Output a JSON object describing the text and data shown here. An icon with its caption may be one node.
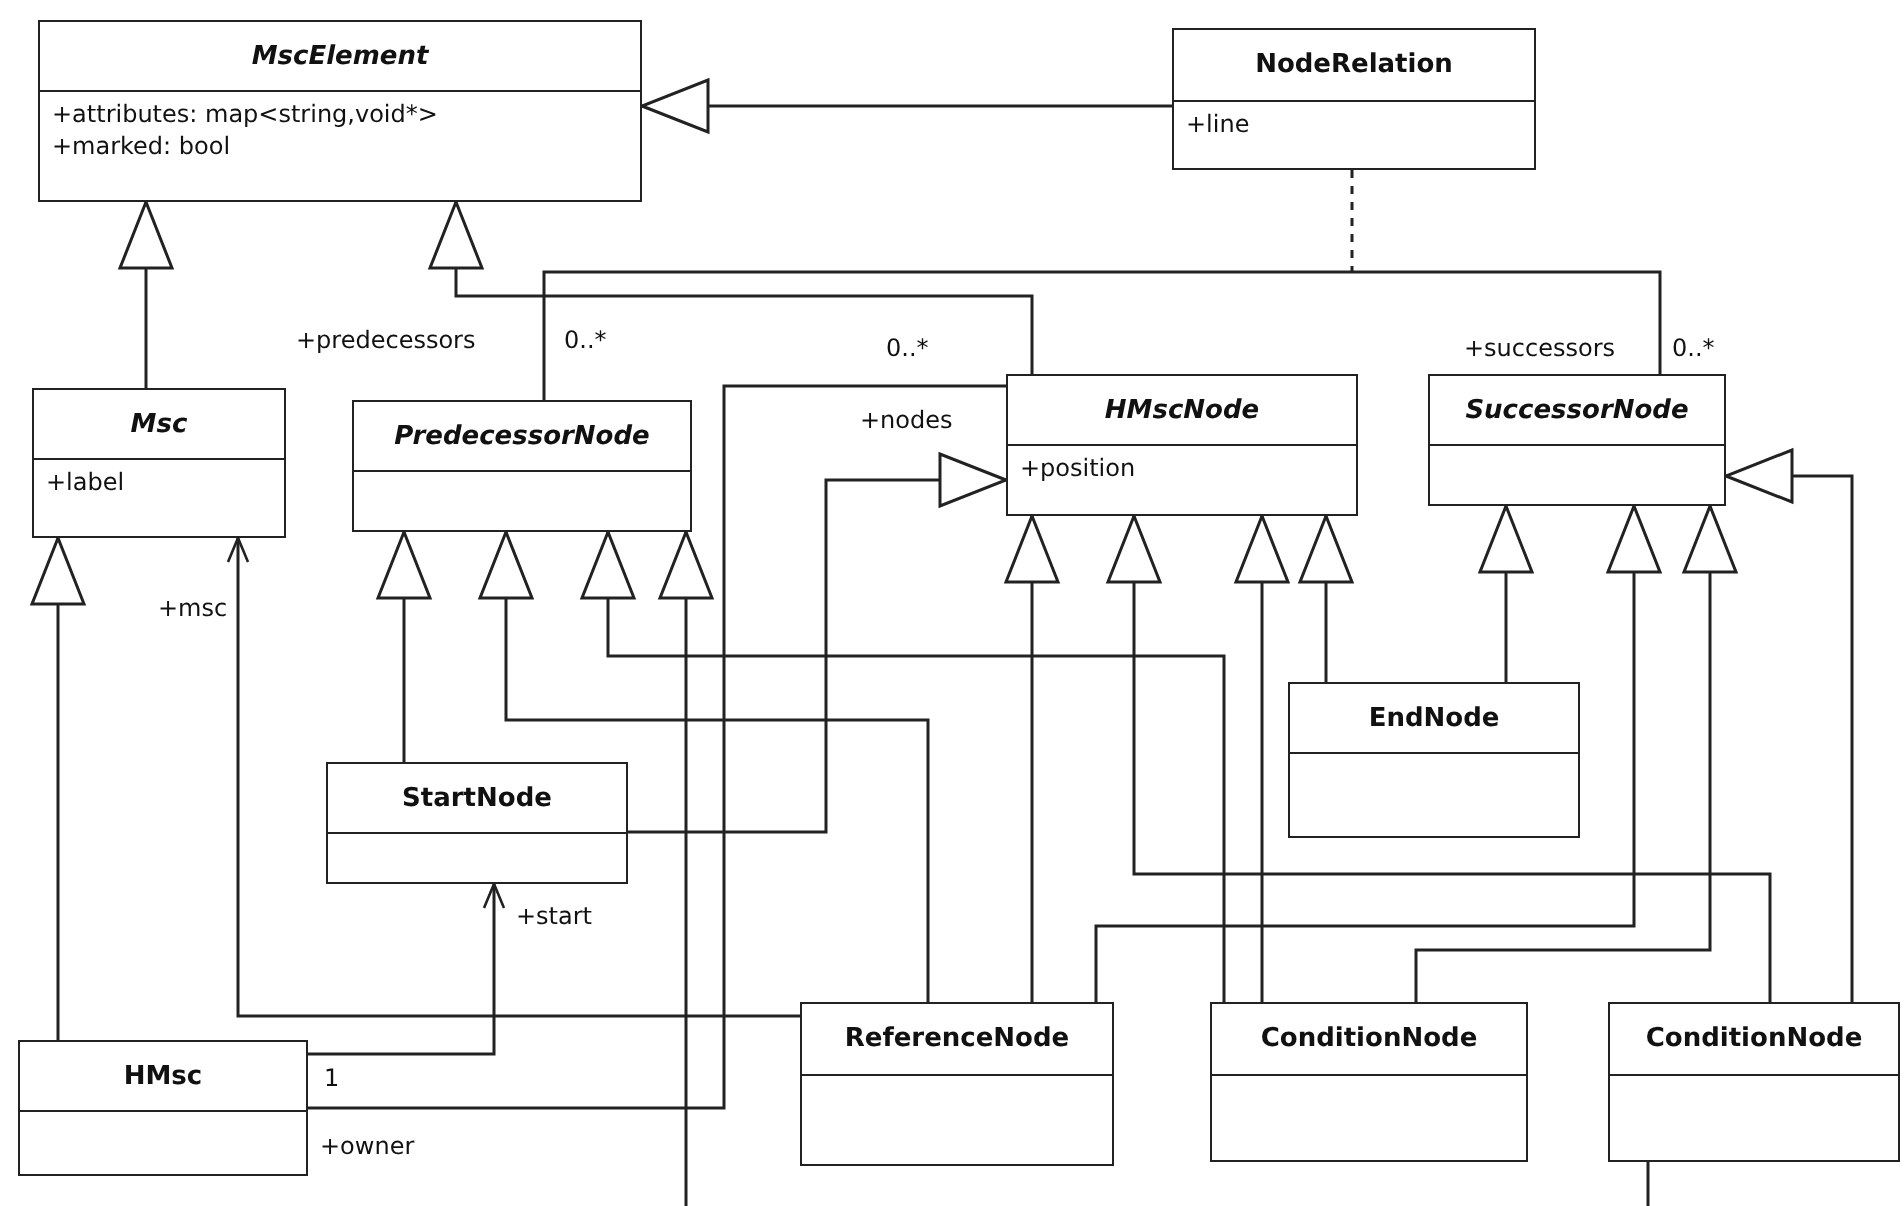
{
  "diagram": {
    "nodes": [
      {
        "text": [
          "MscElement",
          "+attributes: map<string,void*>",
          "+marked: bool"
        ]
      },
      {
        "text": [
          "NodeRelation",
          "+line"
        ]
      },
      {
        "text": [
          "Msc",
          "+label"
        ]
      },
      {
        "text": [
          "PredecessorNode"
        ]
      },
      {
        "text": [
          "HMscNode",
          "+position"
        ]
      },
      {
        "text": [
          "SuccessorNode"
        ]
      },
      {
        "text": [
          "StartNode"
        ]
      },
      {
        "text": [
          "EndNode"
        ]
      },
      {
        "text": [
          "ReferenceNode"
        ]
      },
      {
        "text": [
          "ConditionNode"
        ]
      },
      {
        "text": [
          "ConditionNode"
        ]
      },
      {
        "text": [
          "HMsc"
        ]
      }
    ],
    "edges": [
      {
        "from": 1,
        "to": 0,
        "arrow": "to"
      },
      {
        "from": 2,
        "to": 0,
        "arrow": "to"
      },
      {
        "from": 3,
        "to": 5,
        "arrow": "none"
      },
      {
        "from": 1,
        "to": null,
        "arrow": "none",
        "style": "dashed"
      },
      {
        "from": 4,
        "to": 0,
        "arrow": "to"
      },
      {
        "from": 11,
        "to": 4,
        "arrow": "none"
      },
      {
        "from": 6,
        "to": 4,
        "arrow": "to"
      },
      {
        "from": 11,
        "to": 6,
        "arrow": "to"
      },
      {
        "from": 11,
        "to": 2,
        "arrow": "to"
      },
      {
        "from": 8,
        "to": 2,
        "arrow": "to"
      },
      {
        "from": 6,
        "to": 3,
        "arrow": "to"
      },
      {
        "from": 8,
        "to": 3,
        "arrow": "to"
      },
      {
        "from": 9,
        "to": 3,
        "arrow": "to"
      },
      {
        "from": null,
        "to": 3,
        "arrow": "to"
      },
      {
        "from": 8,
        "to": 4,
        "arrow": "to"
      },
      {
        "from": 10,
        "to": 4,
        "arrow": "to"
      },
      {
        "from": 9,
        "to": 4,
        "arrow": "to"
      },
      {
        "from": 7,
        "to": 4,
        "arrow": "to"
      },
      {
        "from": 7,
        "to": 5,
        "arrow": "to"
      },
      {
        "from": 8,
        "to": 5,
        "arrow": "to"
      },
      {
        "from": 9,
        "to": 5,
        "arrow": "to"
      },
      {
        "from": 10,
        "to": 5,
        "arrow": "to"
      },
      {
        "from": 10,
        "to": null,
        "arrow": "none"
      }
    ],
    "labels": [
      "+predecessors",
      "0..*",
      "0..*",
      "+successors",
      "0..*",
      "+nodes",
      "+msc",
      "+start",
      "1",
      "+owner"
    ]
  }
}
